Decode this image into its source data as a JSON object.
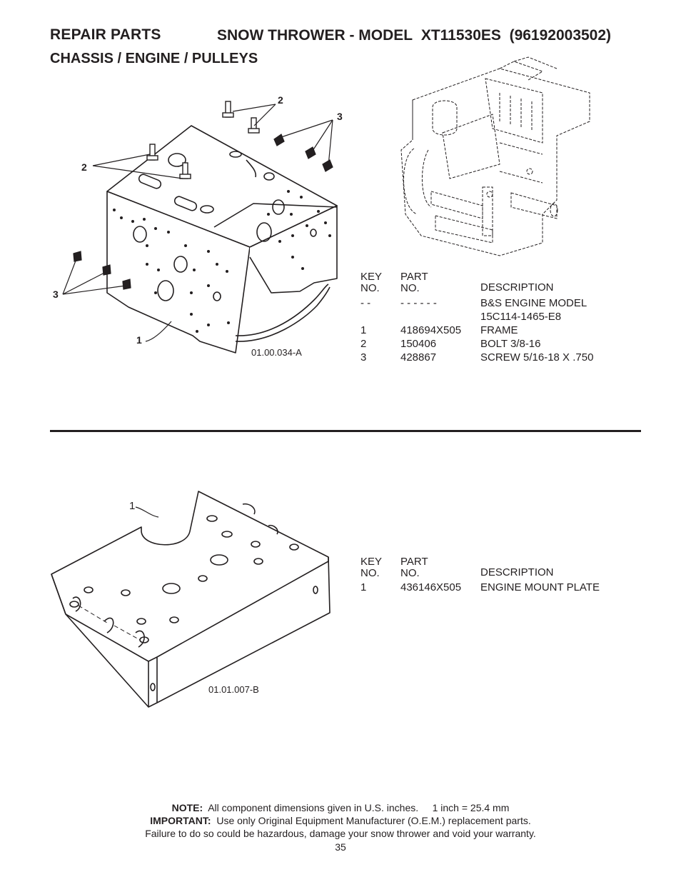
{
  "header": {
    "title": "REPAIR PARTS",
    "model_label": "SNOW THROWER - MODEL",
    "model_number": "XT11530ES",
    "model_code": "(96192003502)",
    "section": "CHASSIS / ENGINE / PULLEYS"
  },
  "diagram1": {
    "code": "01.00.034-A",
    "callouts": [
      "2",
      "3",
      "2",
      "3",
      "1"
    ]
  },
  "table1": {
    "head": {
      "key_1": "KEY",
      "key_2": "NO.",
      "part_1": "PART",
      "part_2": "NO.",
      "desc": "DESCRIPTION"
    },
    "rows": [
      {
        "key": "- -",
        "part": "- - - - - -",
        "desc": "B&S ENGINE MODEL",
        "desc2": "15C114-1465-E8"
      },
      {
        "key": "1",
        "part": "418694X505",
        "desc": "FRAME"
      },
      {
        "key": "2",
        "part": "150406",
        "desc": "BOLT 3/8-16"
      },
      {
        "key": "3",
        "part": "428867",
        "desc": "SCREW 5/16-18 X .750"
      }
    ]
  },
  "diagram2": {
    "code": "01.01.007-B",
    "callout": "1"
  },
  "table2": {
    "head": {
      "key_1": "KEY",
      "key_2": "NO.",
      "part_1": "PART",
      "part_2": "NO.",
      "desc": "DESCRIPTION"
    },
    "rows": [
      {
        "key": "1",
        "part": "436146X505",
        "desc": "ENGINE MOUNT PLATE"
      }
    ]
  },
  "footer": {
    "note_label": "NOTE:",
    "note_text": "All component dimensions given in U.S. inches.",
    "note_conv": "1 inch = 25.4 mm",
    "important_label": "IMPORTANT:",
    "important_text": "Use only Original Equipment Manufacturer (O.E.M.) replacement parts.",
    "warning": "Failure to do so could be hazardous, damage your snow thrower and void your warranty.",
    "page_number": "35"
  }
}
